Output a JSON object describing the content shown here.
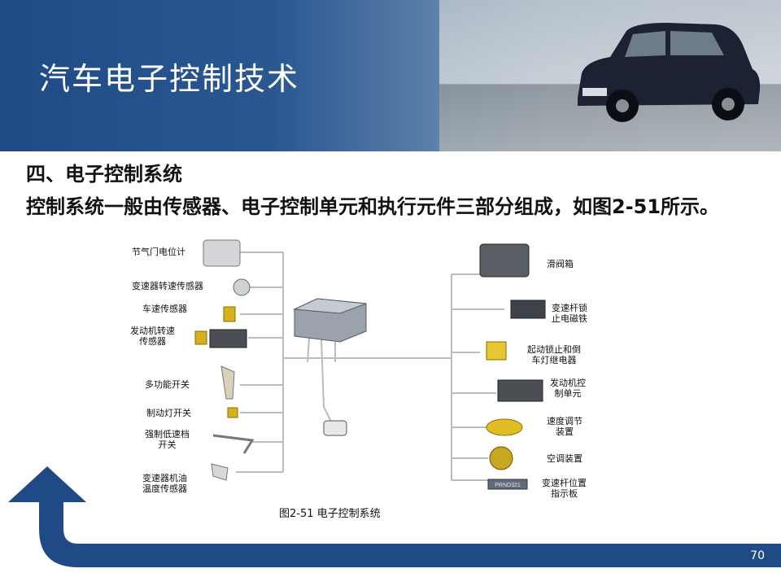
{
  "slide": {
    "title": "汽车电子控制技术",
    "heading": "四、电子控制系统",
    "body": "控制系统一般由传感器、电子控制单元和执行元件三部分组成，如图2-51所示。",
    "page_number": "70"
  },
  "figure": {
    "caption": "图2-51   电子控制系统",
    "sensors": [
      "节气门电位计",
      "变速器转速传感器",
      "车速传感器",
      "发动机转速\n传感器",
      "多功能开关",
      "制动灯开关",
      "强制低速档\n开关",
      "变速器机油\n温度传感器"
    ],
    "actuators": [
      "滑阀箱",
      "变速杆锁\n止电磁铁",
      "起动锁止和倒\n车灯继电器",
      "发动机控\n制单元",
      "速度调节\n装置",
      "空调装置",
      "变速杆位置\n指示板"
    ],
    "indicator_text": "PRND321"
  }
}
